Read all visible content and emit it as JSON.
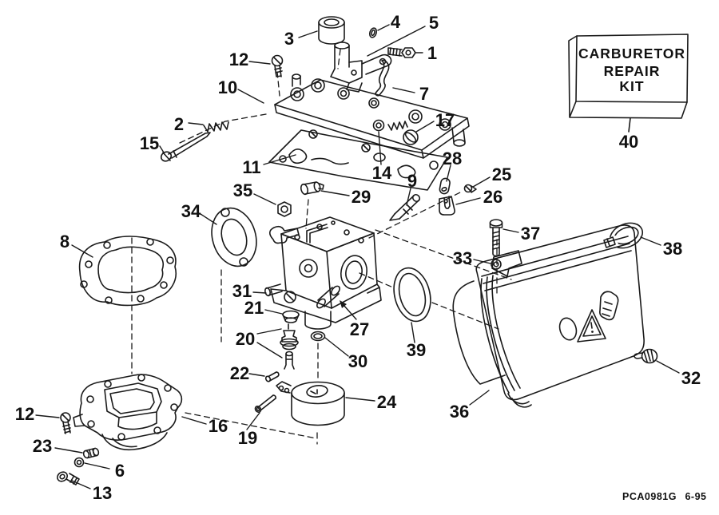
{
  "colors": {
    "line": "#1a1a1a",
    "background": "#ffffff",
    "label_text": "#111111"
  },
  "kit_box": {
    "line1": "CARBURETOR",
    "line2": "REPAIR",
    "line3": "KIT"
  },
  "footer": {
    "code": "PCA0981G",
    "date": "6-95"
  },
  "labels": {
    "p1": "1",
    "p2": "2",
    "p3": "3",
    "p4": "4",
    "p5": "5",
    "p6": "6",
    "p7": "7",
    "p8": "8",
    "p9": "9",
    "p10": "10",
    "p11": "11",
    "p12_top": "12",
    "p12_bottom": "12",
    "p13": "13",
    "p14": "14",
    "p15": "15",
    "p16": "16",
    "p17": "17",
    "p19": "19",
    "p20": "20",
    "p21": "21",
    "p22": "22",
    "p23": "23",
    "p24": "24",
    "p25": "25",
    "p26": "26",
    "p27": "27",
    "p28": "28",
    "p29": "29",
    "p30": "30",
    "p31": "31",
    "p32": "32",
    "p33": "33",
    "p34": "34",
    "p35": "35",
    "p36": "36",
    "p37": "37",
    "p38": "38",
    "p39": "39",
    "p40": "40"
  }
}
